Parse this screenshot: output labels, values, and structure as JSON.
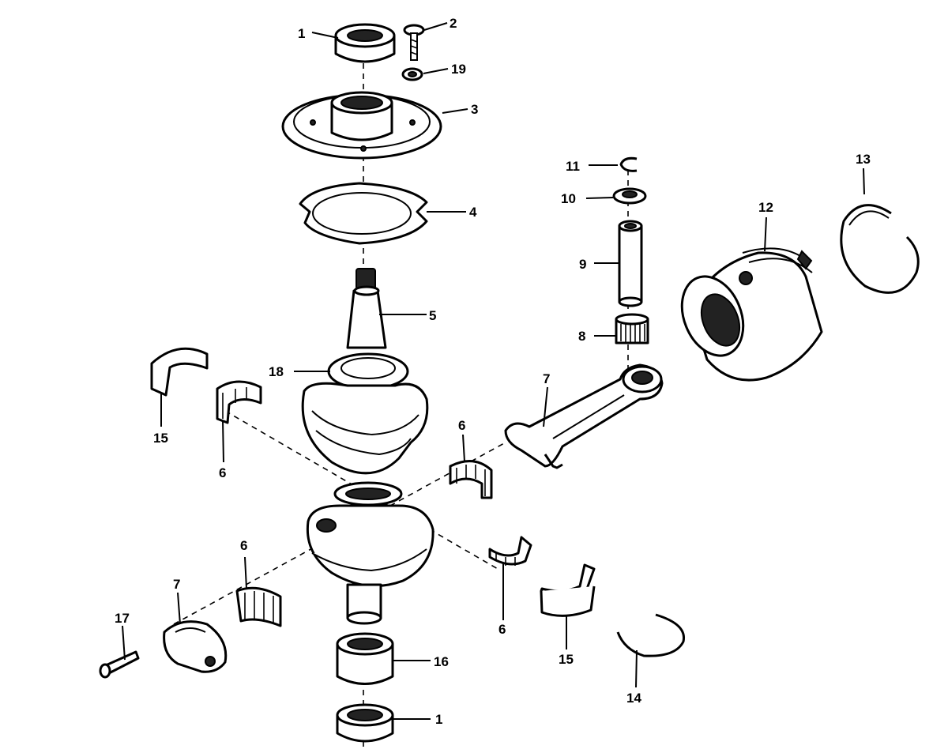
{
  "diagram": {
    "labels": [
      {
        "id": "1a",
        "text": "1"
      },
      {
        "id": "2",
        "text": "2"
      },
      {
        "id": "19",
        "text": "19"
      },
      {
        "id": "3",
        "text": "3"
      },
      {
        "id": "4",
        "text": "4"
      },
      {
        "id": "5",
        "text": "5"
      },
      {
        "id": "11",
        "text": "11"
      },
      {
        "id": "10",
        "text": "10"
      },
      {
        "id": "9",
        "text": "9"
      },
      {
        "id": "8",
        "text": "8"
      },
      {
        "id": "12",
        "text": "12"
      },
      {
        "id": "13",
        "text": "13"
      },
      {
        "id": "18",
        "text": "18"
      },
      {
        "id": "15a",
        "text": "15"
      },
      {
        "id": "6a",
        "text": "6"
      },
      {
        "id": "6b",
        "text": "6"
      },
      {
        "id": "7a",
        "text": "7"
      },
      {
        "id": "6c",
        "text": "6"
      },
      {
        "id": "7b",
        "text": "7"
      },
      {
        "id": "17",
        "text": "17"
      },
      {
        "id": "6d",
        "text": "6"
      },
      {
        "id": "15b",
        "text": "15"
      },
      {
        "id": "14",
        "text": "14"
      },
      {
        "id": "16",
        "text": "16"
      },
      {
        "id": "1b",
        "text": "1"
      }
    ]
  }
}
